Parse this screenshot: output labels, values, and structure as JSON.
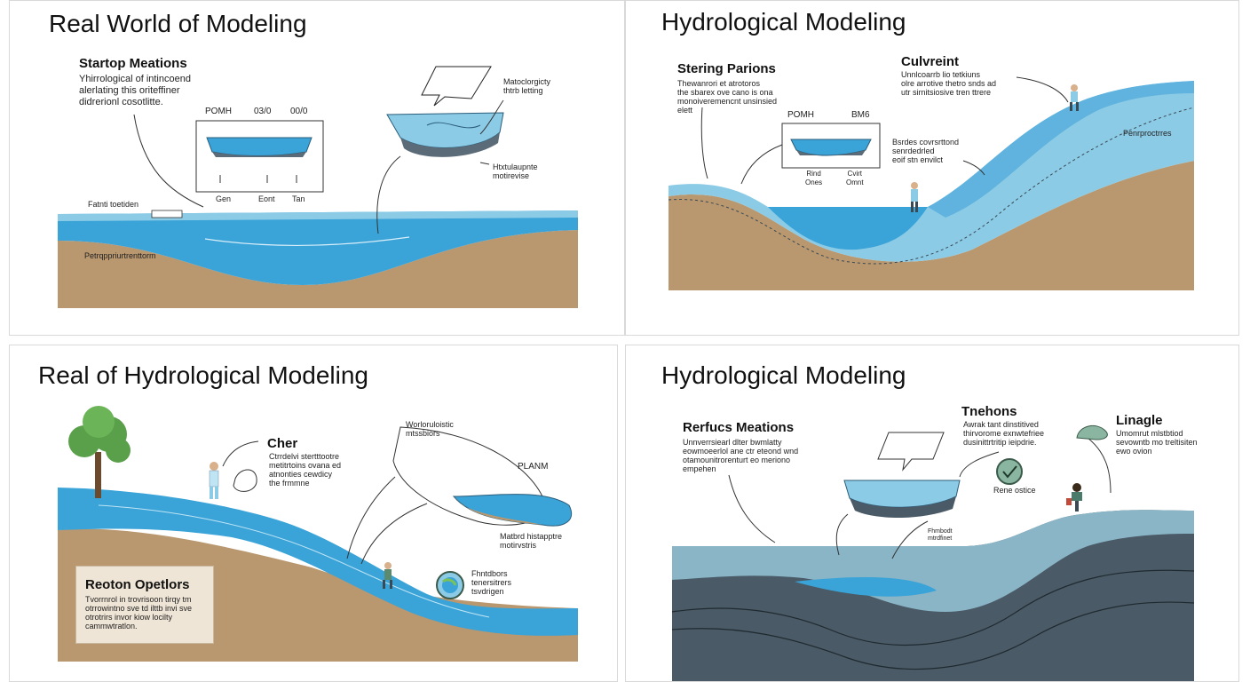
{
  "panels": [
    {
      "title": "Real World of Modeling",
      "heading": "Startop Meations",
      "body": "Yhirrological of intincoend\nalerlating this oriteffiner\ndidrerionl cosotlitte.",
      "box_labels": [
        "POMH",
        "03/0",
        "00/0"
      ],
      "box_ticks": [
        "Gen",
        "Eont",
        "Tan"
      ],
      "callout_top": "Matoclorgicty\nthtrb letting",
      "callout_bottom": "Htxtulaupnte\nmotirevise",
      "left_label": "Fatnti toetiden",
      "ground_label": "Petrqppriurtrenttorm"
    },
    {
      "title": "Hydrological Modeling",
      "heading": "Stering Parions",
      "body": "Thewanrori et atrotoros\nthe sbarex ove cano is ona\nmonoiveremencnt unsinsied\nelett",
      "heading2": "Culvreint",
      "body2": "Unnlcoarrb lio tetkiuns\nolre arrotive thetro snds ad\nutr sirnitsiosive tren ttrere",
      "box_labels": [
        "POMH",
        "BM6"
      ],
      "box_ticks": [
        "Rind\nOnes",
        "Cvirt\nOmnt"
      ],
      "mid_note": "Bsrdes covrsrttond\nsenrdedrled\neoif stn envilct",
      "right_label": "Penrproctrres"
    },
    {
      "title": "Real of Hydrological Modeling",
      "heading": "Cher",
      "body": "Ctrrdelvi stertttootre\nmetitrtoins ovana ed\natnonties cewdicy\nthe frmmne",
      "callout_top": "Worloruloistic\nmtssbiors",
      "plan_label": "PLANM",
      "callout_bottom": "Matbrd histapptre\nmotirvstris",
      "dial_label": "Fhntdbors\ntenersitrers\ntsvdrigen",
      "box_heading": "Reoton Opetlors",
      "box_body": "Tvorrnrol in trovrisoon tirqy tm\notrrowintno sve td ilttb invi sve\notrotrirs invor kiow locilty\ncammwtratlon."
    },
    {
      "title": "Hydrological Modeling",
      "heading": "Rerfucs Meations",
      "body": "Unnverrsiearl dlter bwmlatty\neowmoeerlol ane ctr eteond wnd\notamounitrorenturt eo meriono\nempehen",
      "heading2": "Tnehons",
      "body2": "Awrak tant dinstitived\nthirvorome exnwtefriee\ndusinittrtritip ieipdrie.",
      "heading3": "Linagle",
      "body3": "Umomrut mlstbtiod\nsevowntb mo treltisiten\newo ovion",
      "check_label": "Rene ostice",
      "small_note": "Fhmbodt\nmtrdfinet"
    }
  ],
  "colors": {
    "water": "#3aa3d8",
    "water_light": "#8ccbe6",
    "soil": "#b9976f",
    "rock": "#4a5a66",
    "tree": "#5aa04a"
  }
}
